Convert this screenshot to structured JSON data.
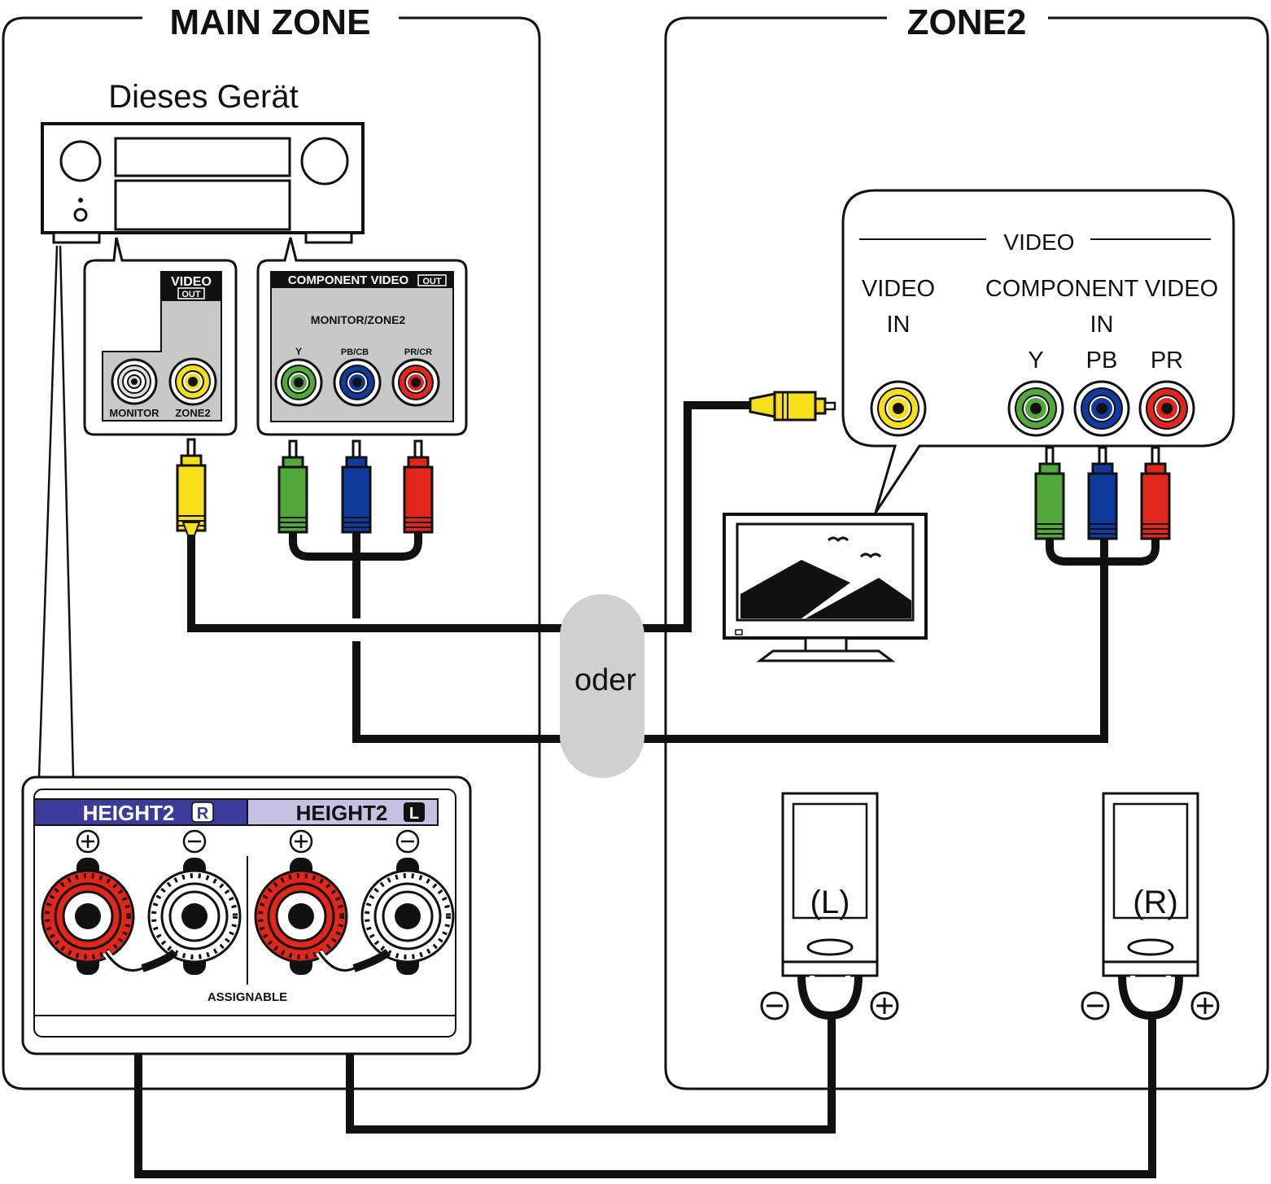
{
  "zones": {
    "main_title": "MAIN ZONE",
    "zone2_title": "ZONE2"
  },
  "receiver": {
    "label": "Dieses Gerät"
  },
  "video_out_panel": {
    "title": "VIDEO",
    "out_badge": "OUT",
    "jack_monitor": "MONITOR",
    "jack_zone2": "ZONE2"
  },
  "component_out_panel": {
    "title": "COMPONENT VIDEO",
    "out_badge": "OUT",
    "subtitle": "MONITOR/ZONE2",
    "jack_y": "Y",
    "jack_pb": "PB/CB",
    "jack_pr": "PR/CR"
  },
  "tv_callout": {
    "group_title": "VIDEO",
    "video_in_line1": "VIDEO",
    "video_in_line2": "IN",
    "component_line1": "COMPONENT VIDEO",
    "component_line2": "IN",
    "jack_y": "Y",
    "jack_pb": "PB",
    "jack_pr": "PR"
  },
  "oder_label": "oder",
  "speaker_panel": {
    "height2_r": "HEIGHT2",
    "height2_r_badge": "R",
    "height2_l": "HEIGHT2",
    "height2_l_badge": "L",
    "assignable": "ASSIGNABLE"
  },
  "speakers": {
    "left": "(L)",
    "right": "(R)"
  },
  "colors": {
    "yellow": "#f7e01a",
    "green": "#52a83a",
    "blue": "#103a9e",
    "red": "#e1261c",
    "height_r_band": "#3b3b9c",
    "height_l_band": "#c8c0e2",
    "oder_pill": "#d0d0d0",
    "panel_gray": "#c8c8c8"
  }
}
